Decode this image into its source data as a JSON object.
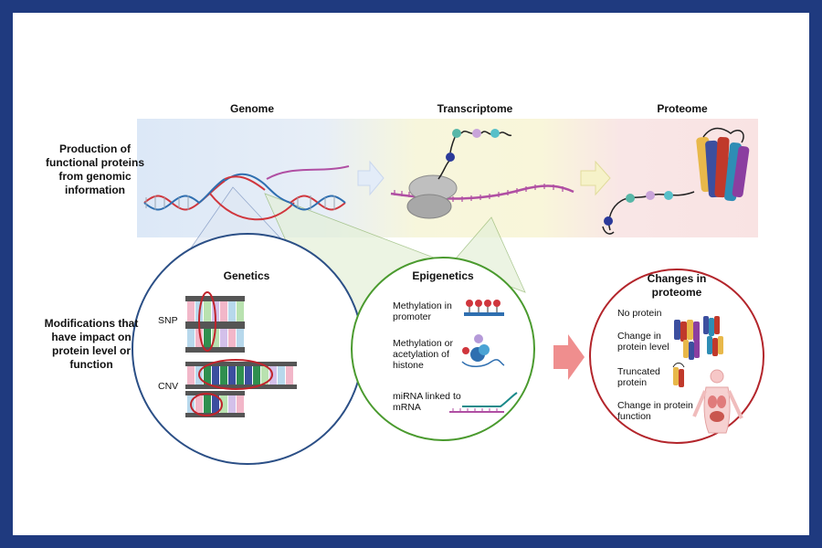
{
  "columns": {
    "genome": "Genome",
    "transcriptome": "Transcriptome",
    "proteome": "Proteome"
  },
  "rows": {
    "production": "Production of functional proteins from genomic information",
    "modifications": "Modifications that have impact on protein level or function"
  },
  "genetics": {
    "title": "Genetics",
    "snp": "SNP",
    "cnv": "CNV"
  },
  "epigenetics": {
    "title": "Epigenetics",
    "methylation_promoter": "Methylation in promoter",
    "histone": "Methylation or acetylation of histone",
    "mirna": "miRNA linked to mRNA"
  },
  "changes": {
    "title": "Changes in proteome",
    "no_protein": "No protein",
    "change_level": "Change in protein level",
    "truncated": "Truncated protein",
    "change_function": "Change in protein function"
  },
  "colors": {
    "frame": "#1f3a7f",
    "genetics_circle": "#2b4f86",
    "epigenetics_circle": "#4a9a2e",
    "changes_circle": "#b3252b",
    "dna_red": "#d0363d",
    "dna_blue": "#2f6fb0",
    "rna_purple": "#b04fa3",
    "ribosome_gray": "#a8a8a8",
    "arrow_pink": "#ef8e8e"
  }
}
